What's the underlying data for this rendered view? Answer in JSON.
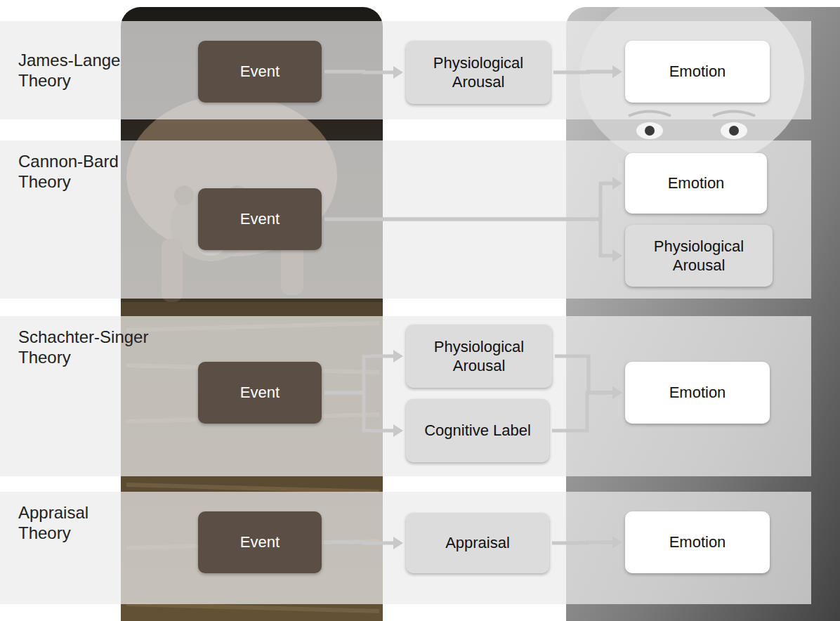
{
  "diagram": {
    "nodes": [
      {
        "text": [
          "James-Lange Theory"
        ]
      },
      {
        "text": [
          "Event"
        ],
        "in": 0
      },
      {
        "text": [
          "Physiological Arousal"
        ],
        "in": 0
      },
      {
        "text": [
          "Emotion"
        ],
        "in": 0
      },
      {
        "text": [
          "Cannon-Bard Theory"
        ]
      },
      {
        "text": [
          "Event"
        ],
        "in": 4
      },
      {
        "text": [
          "Emotion"
        ],
        "in": 4
      },
      {
        "text": [
          "Physiological Arousal"
        ],
        "in": 4
      },
      {
        "text": [
          "Schachter-Singer Theory"
        ]
      },
      {
        "text": [
          "Event"
        ],
        "in": 8
      },
      {
        "text": [
          "Physiological Arousal"
        ],
        "in": 8
      },
      {
        "text": [
          "Cognitive Label"
        ],
        "in": 8
      },
      {
        "text": [
          "Emotion"
        ],
        "in": 8
      },
      {
        "text": [
          "Appraisal Theory"
        ]
      },
      {
        "text": [
          "Event"
        ],
        "in": 13
      },
      {
        "text": [
          "Appraisal"
        ],
        "in": 13
      },
      {
        "text": [
          "Emotion"
        ],
        "in": 13
      }
    ],
    "edges": [
      {
        "from": 1,
        "to": 2,
        "arrow": "to"
      },
      {
        "from": 2,
        "to": 3,
        "arrow": "to"
      },
      {
        "from": 5,
        "to": 6,
        "arrow": "to"
      },
      {
        "from": 5,
        "to": 7,
        "arrow": "to"
      },
      {
        "from": 9,
        "to": 10,
        "arrow": "to"
      },
      {
        "from": 9,
        "to": 11,
        "arrow": "to"
      },
      {
        "from": 10,
        "to": 12,
        "arrow": "to"
      },
      {
        "from": 11,
        "to": 12,
        "arrow": "to"
      },
      {
        "from": 14,
        "to": 15,
        "arrow": "to"
      },
      {
        "from": 15,
        "to": 16,
        "arrow": "to"
      }
    ]
  }
}
